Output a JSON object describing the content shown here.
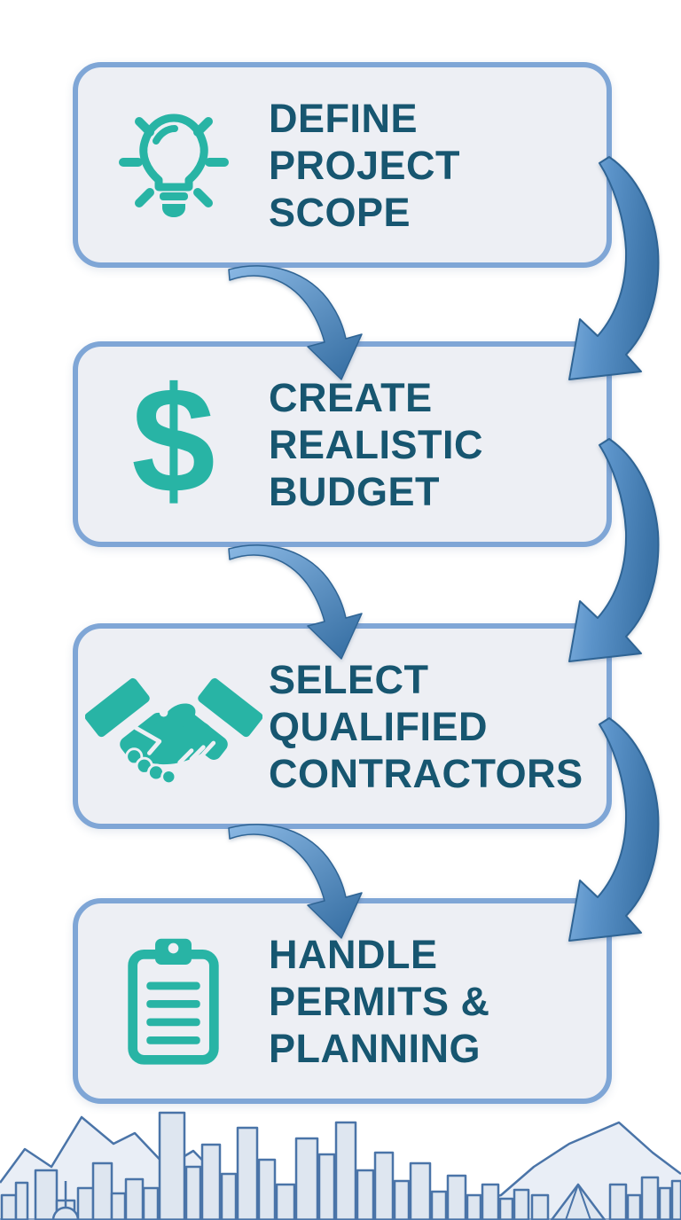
{
  "figure": {
    "type": "process-flow-infographic",
    "steps": [
      {
        "icon": "lightbulb-icon",
        "lines": [
          "DEFINE",
          "PROJECT",
          "SCOPE"
        ]
      },
      {
        "icon": "dollar-sign-icon",
        "lines": [
          "CREATE",
          "REALISTIC",
          "BUDGET"
        ]
      },
      {
        "icon": "handshake-icon",
        "lines": [
          "SELECT",
          "QUALIFIED",
          "CONTRACTORS"
        ]
      },
      {
        "icon": "clipboard-icon",
        "lines": [
          "HANDLE",
          "PERMITS &",
          "PLANNING"
        ]
      }
    ],
    "dollar_glyph": "$",
    "connectors": [
      "curved-arrow-left-1",
      "curved-arrow-right-1",
      "curved-arrow-left-2",
      "curved-arrow-right-2",
      "curved-arrow-left-3",
      "curved-arrow-right-3"
    ],
    "footer_art": "city-skyline-with-mountains"
  },
  "colors": {
    "page-bg": "#ffffff",
    "box-bg": "#edeff4",
    "box-border": "#7fa6d6",
    "step-text": "#175670",
    "icon-teal": "#28b4a5",
    "arrow-light": "#8ab8e4",
    "arrow-mid": "#5b93c9",
    "arrow-dark": "#3a72a6",
    "arrow-edge": "#2f6494",
    "sky-line": "#4a74a8",
    "sky-fill": "#dee6f0",
    "mtn-fill": "#e9eef6"
  }
}
